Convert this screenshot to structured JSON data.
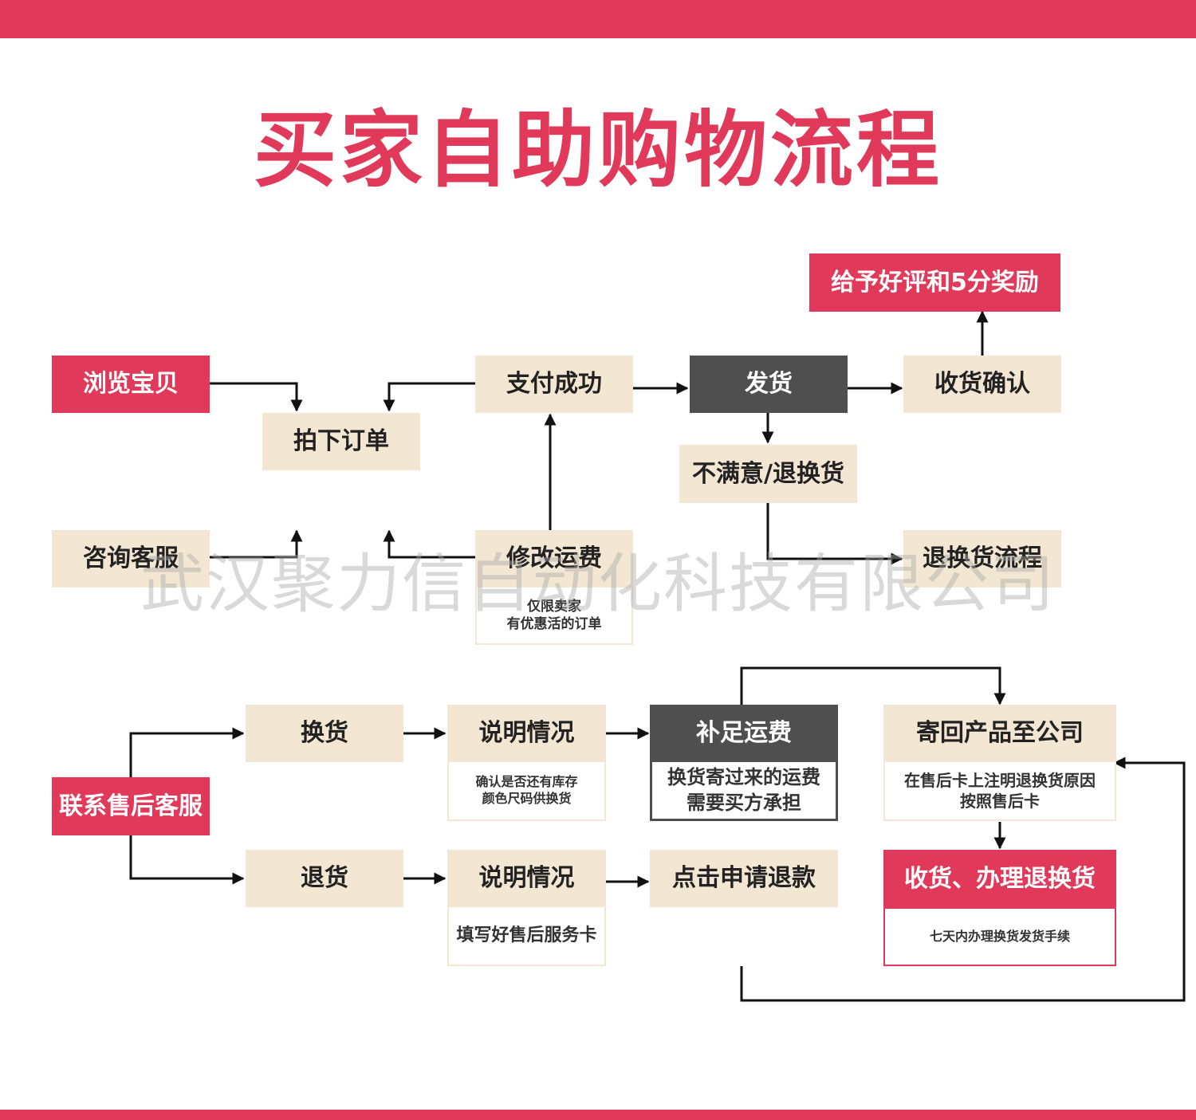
{
  "title": "买家自助购物流程",
  "watermark": "武汉聚力信自动化科技有限公司",
  "colors": {
    "accent": "#e0395a",
    "beige": "#f3e6d2",
    "dark": "#4f4f4f"
  },
  "top_flow": {
    "browse": "浏览宝贝",
    "consult": "咨询客服",
    "place_order": "拍下订单",
    "pay_success": "支付成功",
    "modify_shipping": "修改运费",
    "modify_note": "仅限卖家\n有优惠活的订单",
    "ship": "发货",
    "confirm_receipt": "收货确认",
    "good_review": "给予好评和5分奖励",
    "unsatisfied": "不满意/退换货",
    "return_flow": "退换货流程"
  },
  "bottom_flow": {
    "contact_after_sales": "联系售后客服",
    "exchange": "换货",
    "return": "退货",
    "explain_exchange": "说明情况",
    "explain_exchange_note": "确认是否还有库存\n颜色尺码供换货",
    "explain_return": "说明情况",
    "explain_return_note": "填写好售后服务卡",
    "pay_extra_shipping": "补足运费",
    "pay_extra_note": "换货寄过来的运费\n需要买方承担",
    "apply_refund": "点击申请退款",
    "send_back": "寄回产品至公司",
    "send_back_note": "在售后卡上注明退换货原因\n按照售后卡",
    "process": "收货、办理退换货",
    "process_note": "七天内办理换货发货手续"
  }
}
